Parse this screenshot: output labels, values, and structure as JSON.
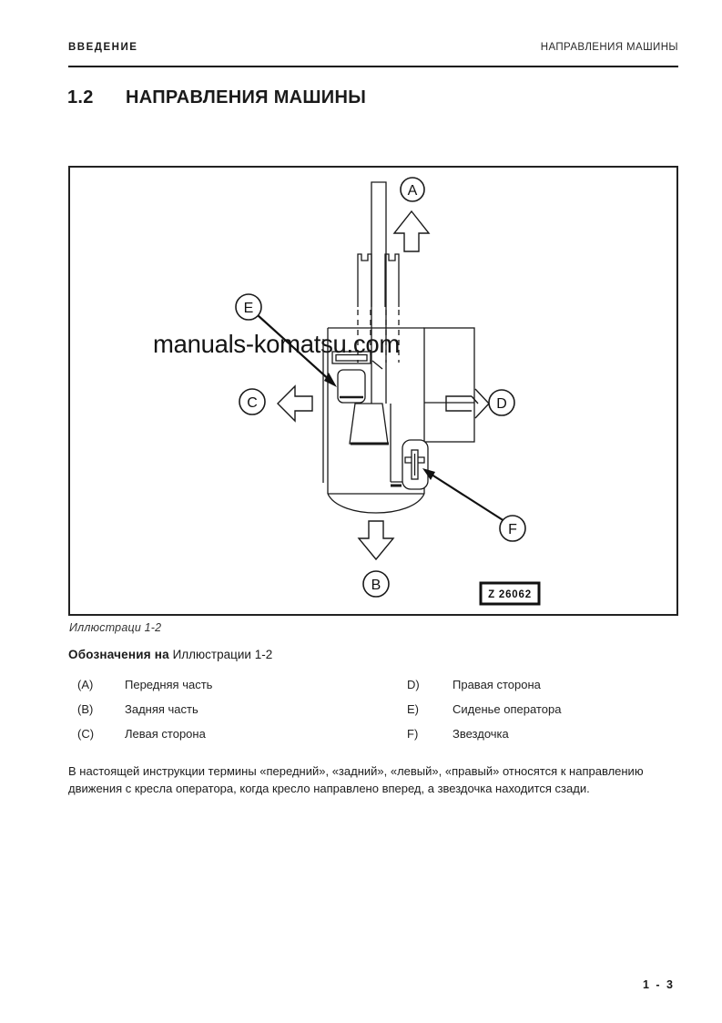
{
  "header": {
    "left": "ВВЕДЕНИЕ",
    "right": "НАПРАВЛЕНИЯ МАШИНЫ"
  },
  "section": {
    "number": "1.2",
    "title": "НАПРАВЛЕНИЯ МАШИНЫ"
  },
  "figure": {
    "caption": "Иллюстраци 1-2",
    "watermark": "manuals-komatsu.com",
    "drawing_code": "Z 26062",
    "markers": {
      "a": "A",
      "b": "B",
      "c": "C",
      "d": "D",
      "e": "E",
      "f": "F"
    }
  },
  "legend": {
    "heading_bold": "Обозначения на",
    "heading_rest": " Иллюстрации 1-2",
    "items_left": [
      {
        "key": "(A)",
        "label": "Передняя часть"
      },
      {
        "key": "(B)",
        "label": "Задняя часть"
      },
      {
        "key": "(C)",
        "label": "Левая сторона"
      }
    ],
    "items_right": [
      {
        "key": "D)",
        "label": "Правая сторона"
      },
      {
        "key": "E)",
        "label": "Сиденье оператора"
      },
      {
        "key": "F)",
        "label": "Звездочка"
      }
    ]
  },
  "body_text": "В настоящей инструкции термины «передний», «задний», «левый», «правый» относятся к направлению движения с кресла оператора, когда кресло направлено вперед, а звездочка находится сзади.",
  "footer": {
    "page_number": "1 - 3"
  }
}
